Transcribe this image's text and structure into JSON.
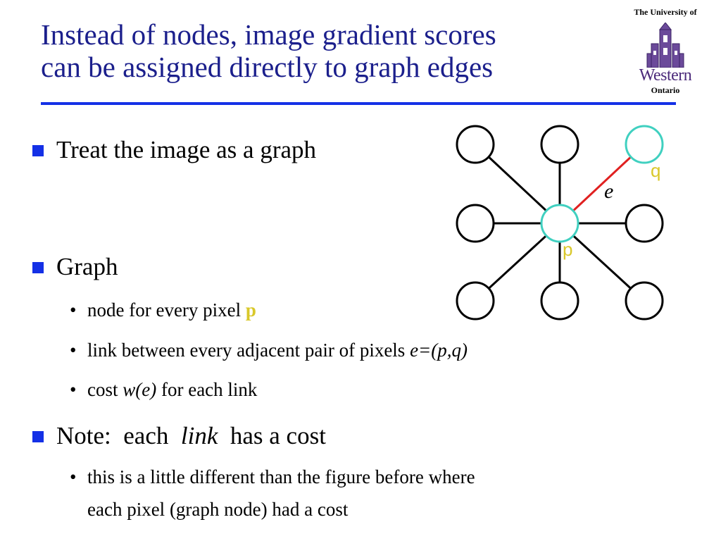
{
  "title": {
    "line1": "Instead of nodes, image gradient scores",
    "line2": "can be assigned directly to graph edges"
  },
  "logo": {
    "top": "The University of",
    "name": "Western",
    "sub": "Ontario"
  },
  "bullets": {
    "b1": "Treat the image as a graph",
    "b2": "Graph",
    "b2_1_text": "node for every pixel ",
    "b2_1_hl": "p",
    "b2_2_text": "link between every adjacent pair of pixels ",
    "b2_2_it": "e=(p,q)",
    "b2_3_pre": "cost ",
    "b2_3_it": "w(e)",
    "b2_3_post": " for each link",
    "b3_pre": "Note:  each  ",
    "b3_it": "link",
    "b3_post": "  has a cost",
    "b3_1_line1": "this is a little different than the figure before where",
    "b3_1_line2": "each pixel (graph node) had a cost"
  },
  "graph": {
    "label_q": "q",
    "label_p": "p",
    "label_e": "e",
    "colors": {
      "highlight_node": "#40d0c0",
      "edge": "#e02020",
      "label": "#d9c82a"
    }
  }
}
